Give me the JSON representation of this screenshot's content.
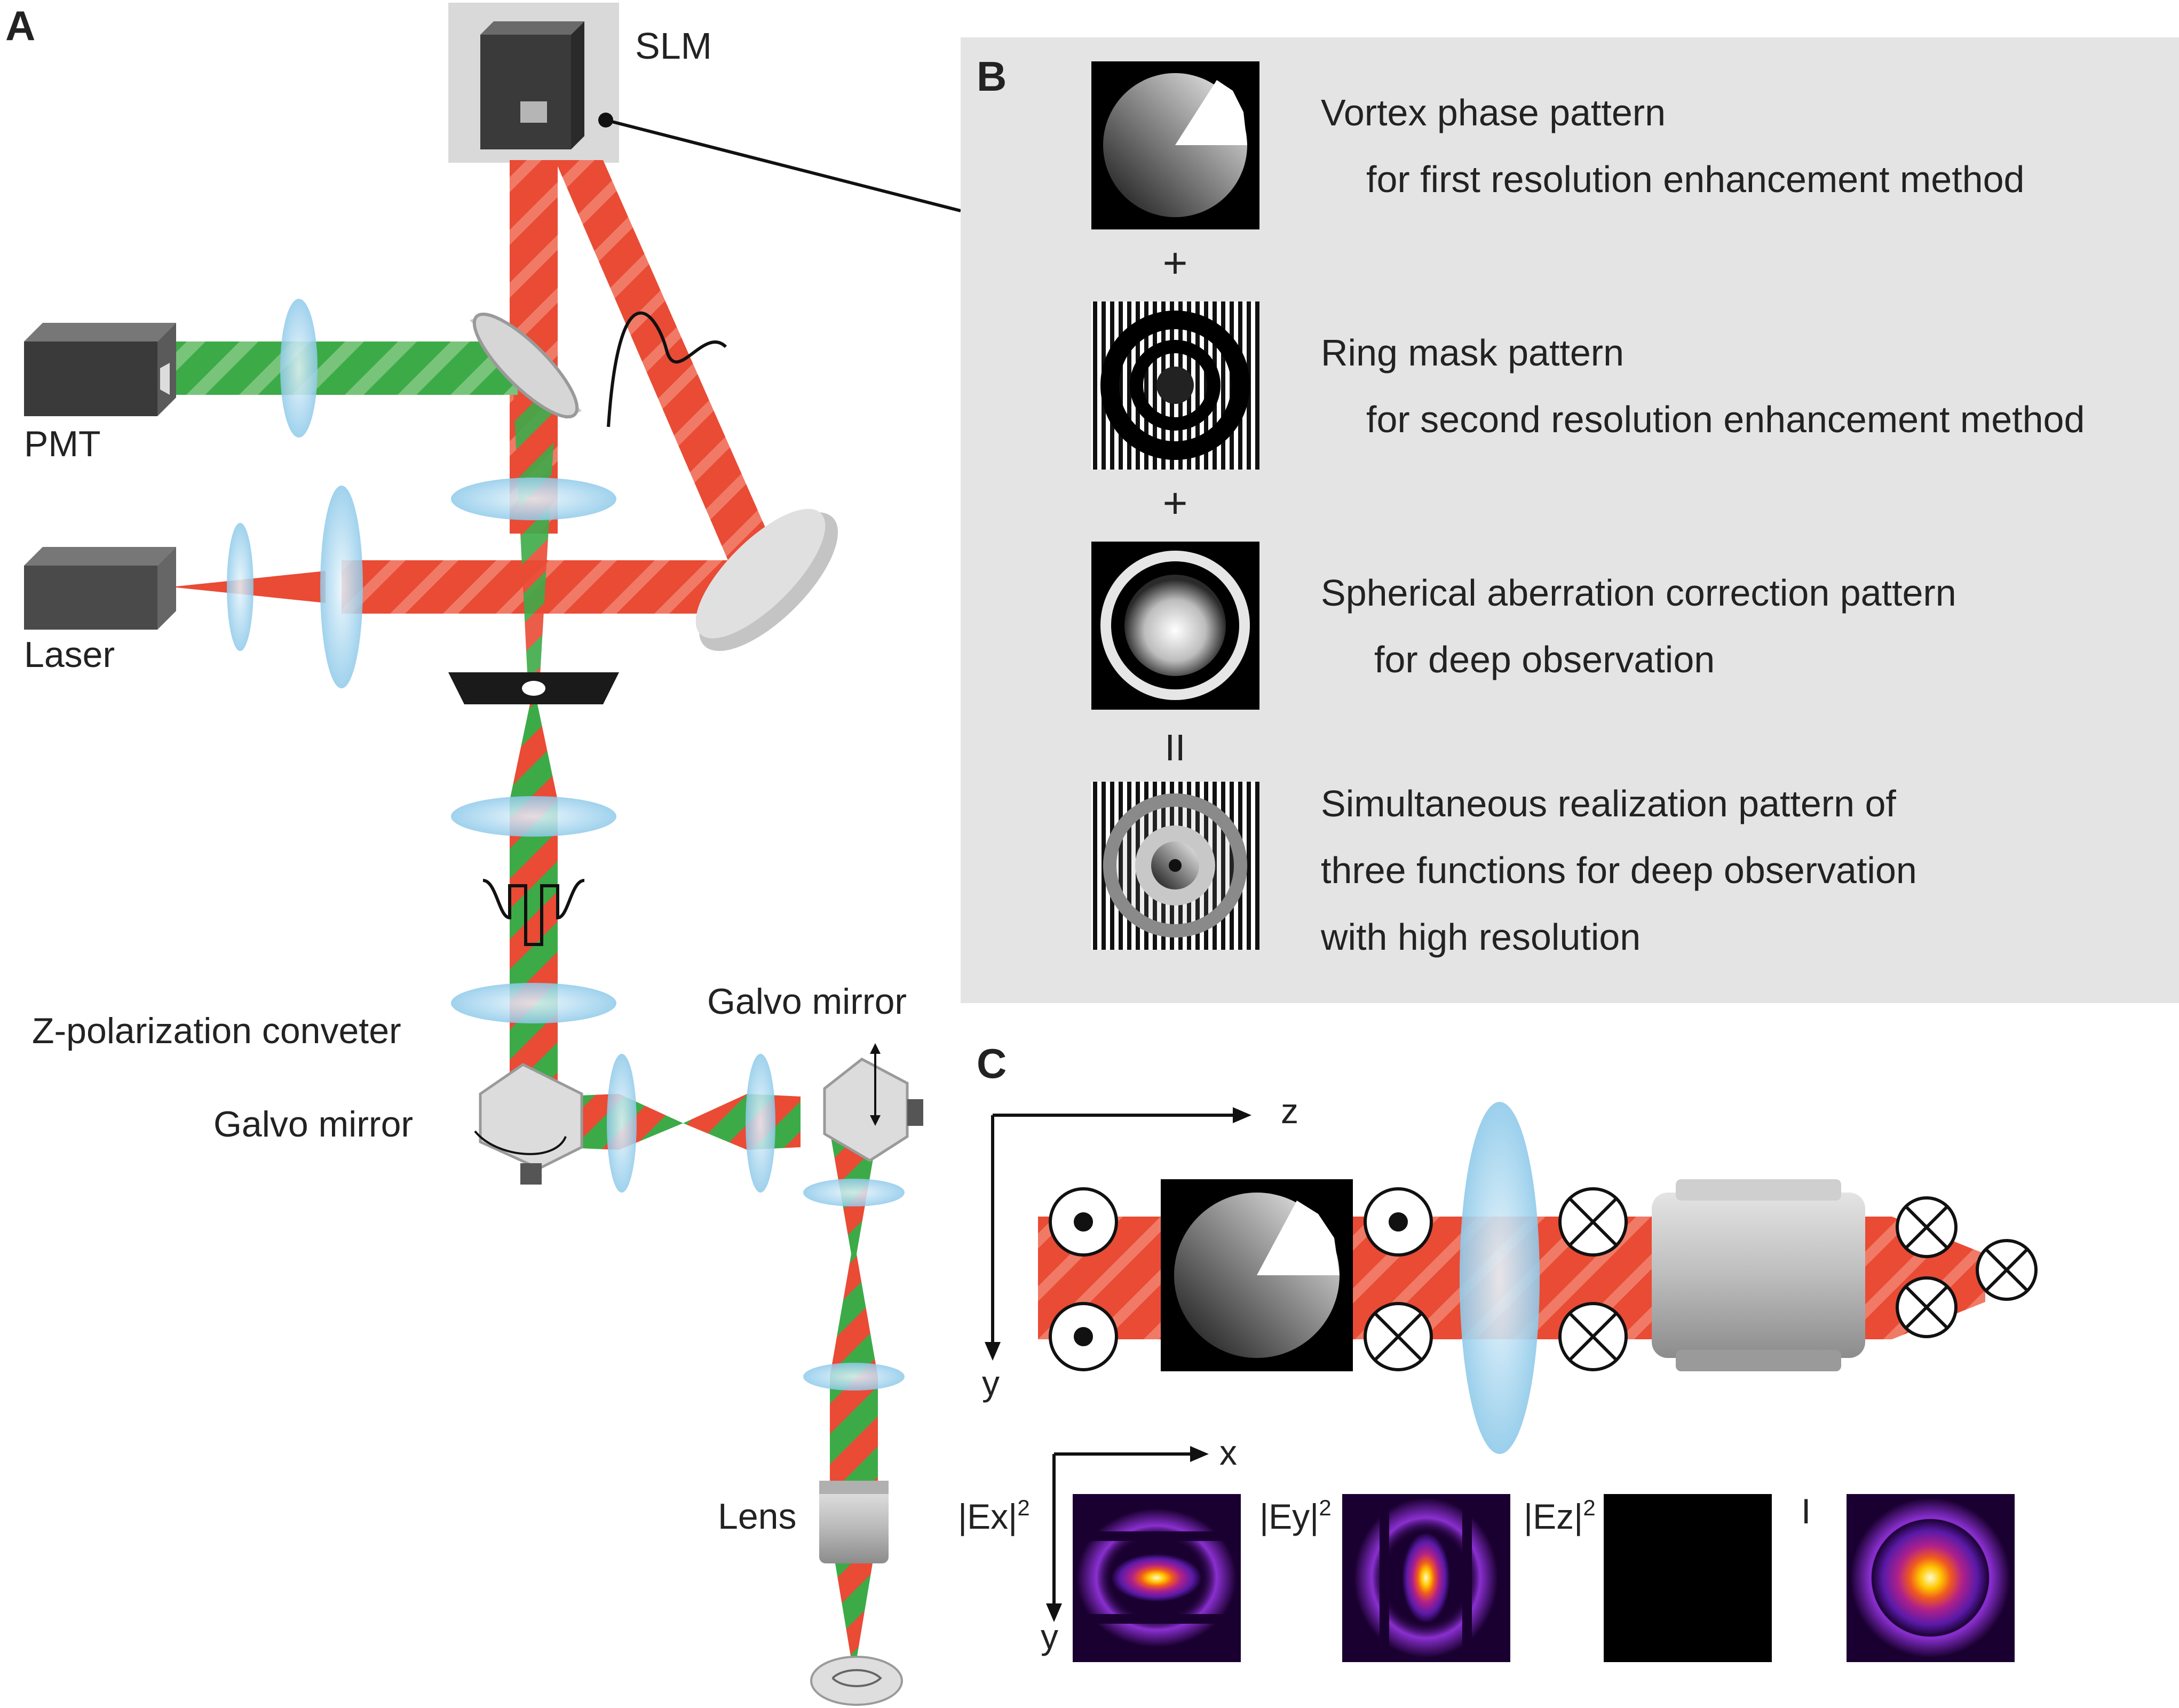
{
  "panels": {
    "a": "A",
    "b": "B",
    "c": "C"
  },
  "panel_a_labels": {
    "slm": "SLM",
    "pmt": "PMT",
    "laser": "Laser",
    "z_converter": "Z-polarization conveter",
    "galvo_left": "Galvo mirror",
    "galvo_right": "Galvo mirror",
    "lens": "Lens"
  },
  "panel_b": {
    "rows": [
      {
        "line1": "Vortex phase pattern",
        "line2": "for first resolution enhancement method",
        "line3": ""
      },
      {
        "line1": "Ring mask pattern",
        "line2": "for second resolution enhancement method",
        "line3": ""
      },
      {
        "line1": "Spherical aberration correction pattern",
        "line2": "for deep observation",
        "line3": ""
      },
      {
        "line1": "Simultaneous realization pattern of",
        "line2": "three functions for deep observation",
        "line3": "with high resolution"
      }
    ],
    "operators": [
      "+",
      "+",
      "II"
    ]
  },
  "panel_c": {
    "axes_top": {
      "z": "z",
      "y": "y"
    },
    "axes_bottom": {
      "x": "x",
      "y": "y"
    },
    "field_labels": [
      "|Ex|",
      "|Ey|",
      "|Ez|",
      "I"
    ],
    "power_labels": [
      "2",
      "2",
      "2",
      ""
    ]
  },
  "colors": {
    "red_beam": "#e94b35",
    "green_beam": "#3daa48",
    "lens_blue": "#a9d8f0",
    "panel_b_bg": "#e4e4e4",
    "device_dark": "#3c3c3c"
  }
}
